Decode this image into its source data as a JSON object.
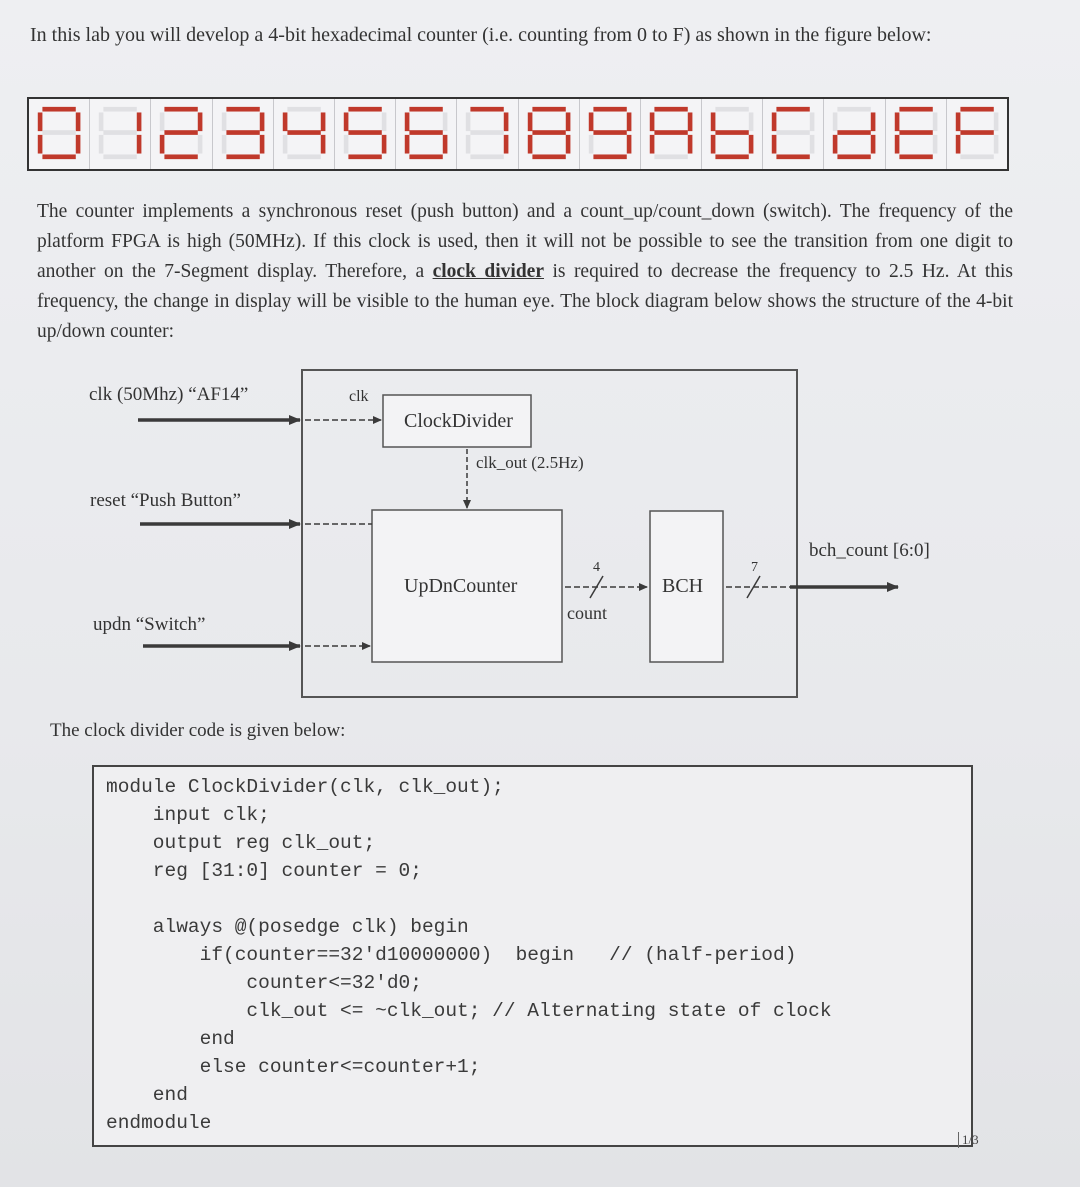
{
  "intro": "In this lab you will develop a 4-bit hexadecimal counter (i.e. counting from 0 to F) as shown in the figure below:",
  "seven_segment": {
    "digits": [
      "0",
      "1",
      "2",
      "3",
      "4",
      "5",
      "6",
      "7",
      "8",
      "9",
      "A",
      "b",
      "C",
      "d",
      "E",
      "F"
    ],
    "segment_color": "#c0392b"
  },
  "description": {
    "before": "The counter implements a synchronous reset (push button) and a count_up/count_down (switch). The frequency of the platform FPGA is high (50MHz). If this clock is used, then it will not be possible to see the transition from one digit to another on the 7-Segment display. Therefore, a ",
    "emphasis": "clock divider",
    "after": " is required to decrease the frequency to 2.5 Hz. At this frequency, the change in display will be visible to the human eye. The block diagram below shows the structure of the 4-bit up/down counter:"
  },
  "diagram": {
    "input_clk": "clk (50Mhz) “AF14”",
    "input_reset": "reset “Push Button”",
    "input_updn": "updn “Switch”",
    "clk_port": "clk",
    "clock_divider": "ClockDivider",
    "clk_out": "clk_out (2.5Hz)",
    "updn_counter": "UpDnCounter",
    "bus_width_count": "4",
    "count_label": "count",
    "bch": "BCH",
    "bus_width_out": "7",
    "output": "bch_count [6:0]"
  },
  "code_caption": "The clock divider code is given below:",
  "code_lines": [
    "module ClockDivider(clk, clk_out);",
    "    input clk;",
    "    output reg clk_out;",
    "    reg [31:0] counter = 0;",
    "",
    "    always @(posedge clk) begin",
    "        if(counter==32'd10000000)  begin   // (half-period)",
    "            counter<=32'd0;",
    "            clk_out <= ~clk_out; // Alternating state of clock",
    "        end",
    "        else counter<=counter+1;",
    "    end",
    "endmodule"
  ],
  "page_number": "1/3"
}
